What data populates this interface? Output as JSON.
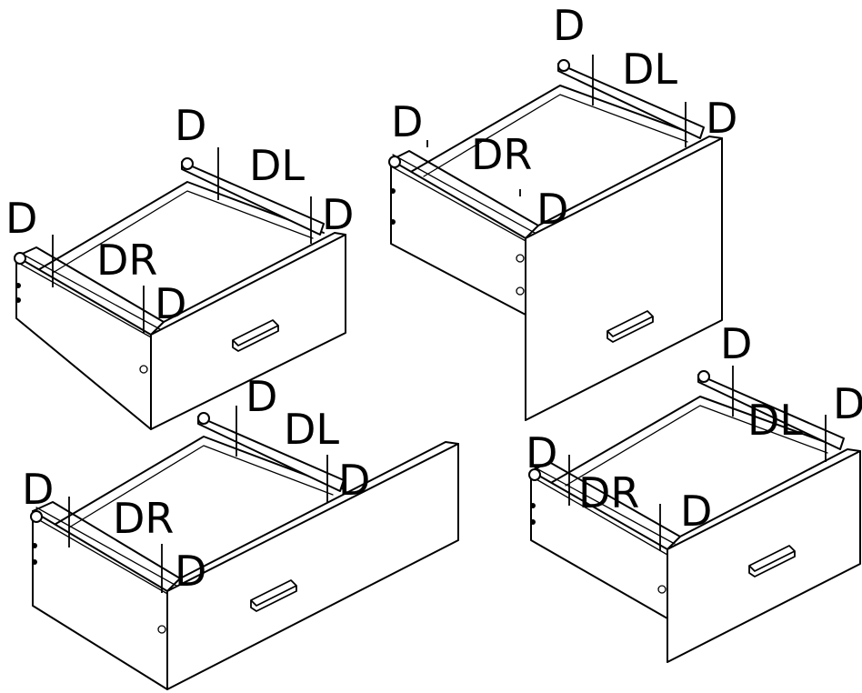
{
  "figure": {
    "screw_label": "D",
    "left_rail_label": "DL",
    "right_rail_label": "DR"
  },
  "drawers": [
    {
      "id": "drawer-1",
      "labels": {
        "d1": "D",
        "d2": "D",
        "d3": "D",
        "d4": "D",
        "dl": "DL",
        "dr": "DR"
      }
    },
    {
      "id": "drawer-2",
      "labels": {
        "d1": "D",
        "d2": "D",
        "d3": "D",
        "d4": "D",
        "dl": "DL",
        "dr": "DR"
      }
    },
    {
      "id": "drawer-3",
      "labels": {
        "d1": "D",
        "d2": "D",
        "d3": "D",
        "d4": "D",
        "dl": "DL",
        "dr": "DR"
      }
    },
    {
      "id": "drawer-4",
      "labels": {
        "d1": "D",
        "d2": "D",
        "d3": "D",
        "d4": "D",
        "dl": "DL",
        "dr": "DR"
      }
    }
  ]
}
